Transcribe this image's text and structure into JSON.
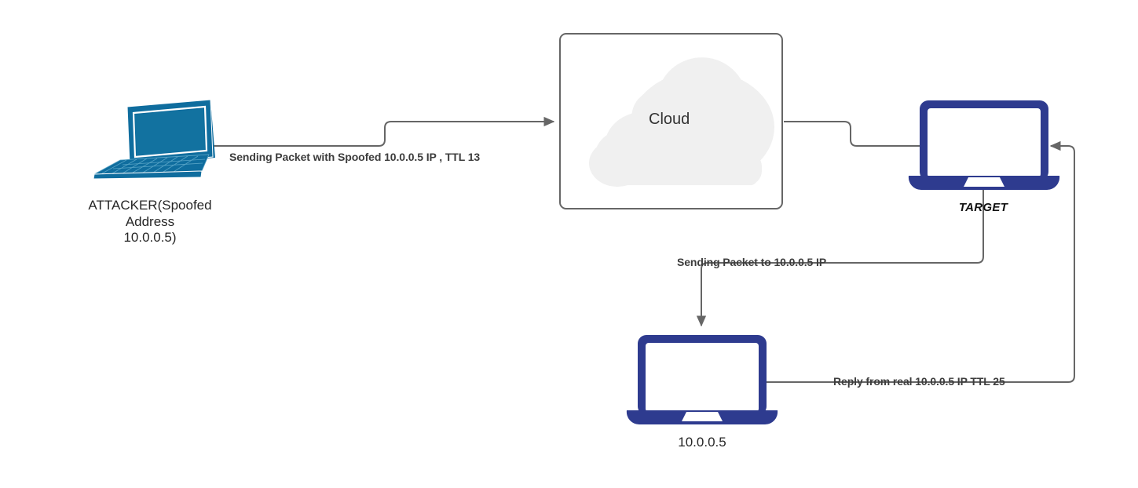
{
  "diagram": {
    "title": "IP Spoofing TTL Analysis Network Diagram",
    "background": "#ffffff",
    "colors": {
      "attacker_device": "#0f6d9e",
      "device_navy": "#2e3b8f",
      "connector": "#666666",
      "cloud_fill": "#f0f0f0",
      "cloud_border": "#666666",
      "label_text": "#3d3d3d"
    }
  },
  "nodes": {
    "attacker": {
      "icon": "laptop-isometric-icon",
      "label": "ATTACKER(Spoofed\nAddress\n10.0.0.5)"
    },
    "cloud": {
      "icon": "cloud-icon",
      "label": "Cloud"
    },
    "target": {
      "icon": "laptop-flat-icon",
      "label": "TARGET"
    },
    "victim": {
      "icon": "laptop-flat-icon",
      "label": "10.0.0.5"
    }
  },
  "edges": [
    {
      "id": "attacker-to-cloud",
      "label": "Sending Packet with Spoofed 10.0.0.5 IP , TTL 13",
      "from": "attacker",
      "to": "cloud",
      "arrow": "end"
    },
    {
      "id": "cloud-to-target",
      "label": "",
      "from": "cloud",
      "to": "target",
      "arrow": "none"
    },
    {
      "id": "target-to-victim",
      "label": "Sending Packet to 10.0.0.5 IP",
      "from": "target",
      "to": "victim",
      "arrow": "end"
    },
    {
      "id": "victim-to-target",
      "label": "Reply from real 10.0.0.5 IP TTL 25",
      "from": "victim",
      "to": "target",
      "arrow": "end"
    }
  ]
}
